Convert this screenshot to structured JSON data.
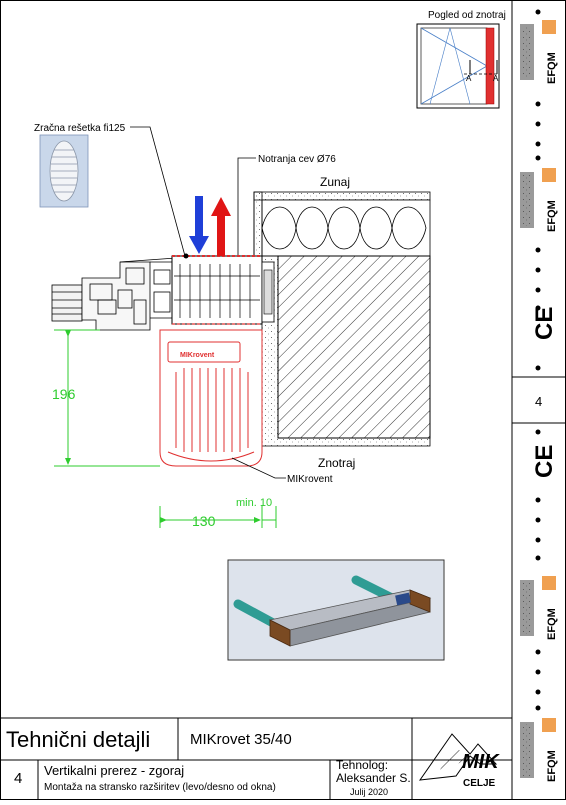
{
  "drawing": {
    "view_label": "Pogled od znotraj",
    "section_marker": "A",
    "grille_label": "Zračna rešetka fi125",
    "pipe_label": "Notranja cev Ø76",
    "outside_label": "Zunaj",
    "inside_label": "Znotraj",
    "device_label": "MIKrovent",
    "device_badge": "MIKrovent",
    "dimension_height": "196",
    "dimension_width": "130",
    "dimension_min": "min. 10",
    "airflow_in_color": "#1f3fd8",
    "airflow_out_color": "#e01515",
    "dimension_color": "#2ecc2e",
    "device_color": "#e03030"
  },
  "side_strip": {
    "brand": "EFQM",
    "ce_mark": "CE",
    "sheet_number": "4"
  },
  "title_block": {
    "title": "Tehnični detajli",
    "product": "MIKrovet 35/40",
    "sheet_number": "4",
    "section_title": "Vertikalni prerez - zgoraj",
    "section_subtitle": "Montaža na stransko razširitev (levo/desno od okna)",
    "technologist_label": "Tehnolog:",
    "technologist_name": "Aleksander S.",
    "date": "Julij 2020",
    "logo_text": "MIK",
    "logo_city": "CELJE"
  }
}
